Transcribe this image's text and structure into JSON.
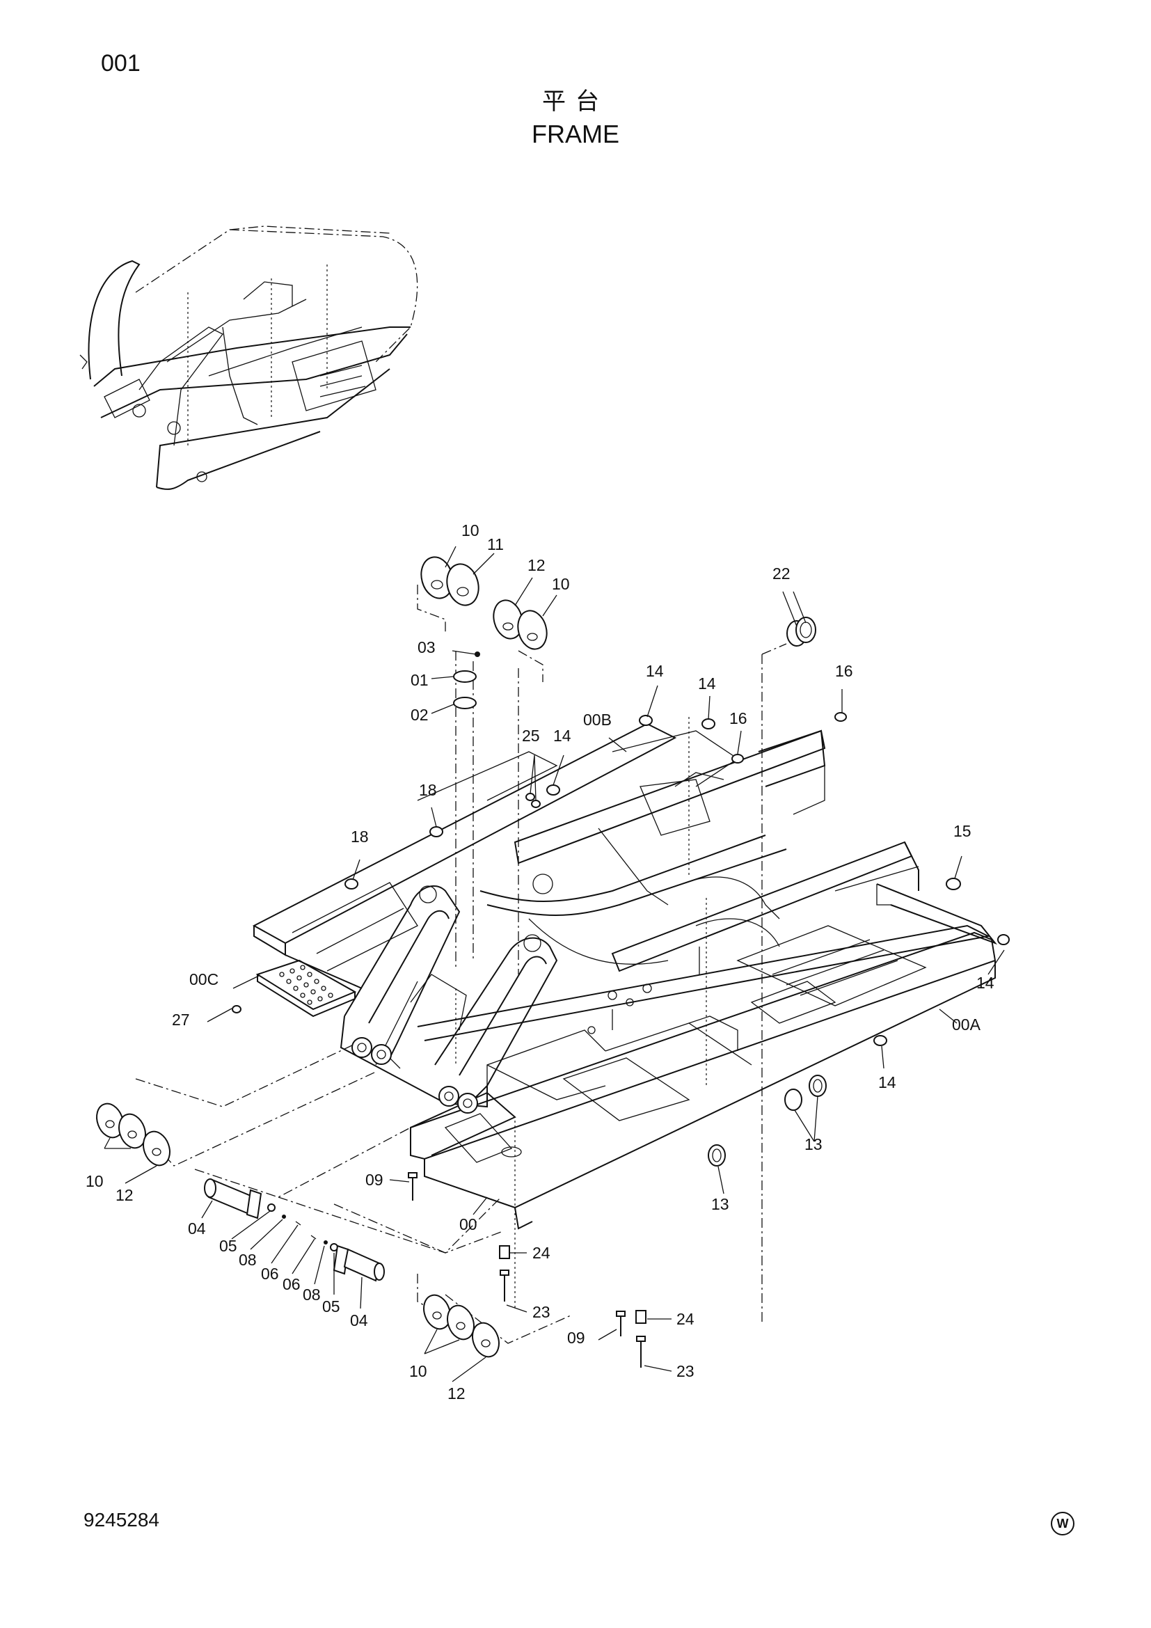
{
  "header": {
    "page_code": "001",
    "title_cn": "平台",
    "title_en": "FRAME"
  },
  "footer": {
    "doc_number": "9245284",
    "brand_mark": "W"
  },
  "callouts": [
    "10",
    "11",
    "12",
    "10",
    "22",
    "03",
    "01",
    "02",
    "14",
    "14",
    "16",
    "16",
    "25",
    "14",
    "00B",
    "18",
    "18",
    "15",
    "00C",
    "27",
    "14",
    "00A",
    "14",
    "13",
    "10",
    "12",
    "09",
    "13",
    "04",
    "05",
    "08",
    "06",
    "06",
    "08",
    "05",
    "04",
    "00",
    "24",
    "23",
    "09",
    "24",
    "23",
    "10",
    "12"
  ]
}
